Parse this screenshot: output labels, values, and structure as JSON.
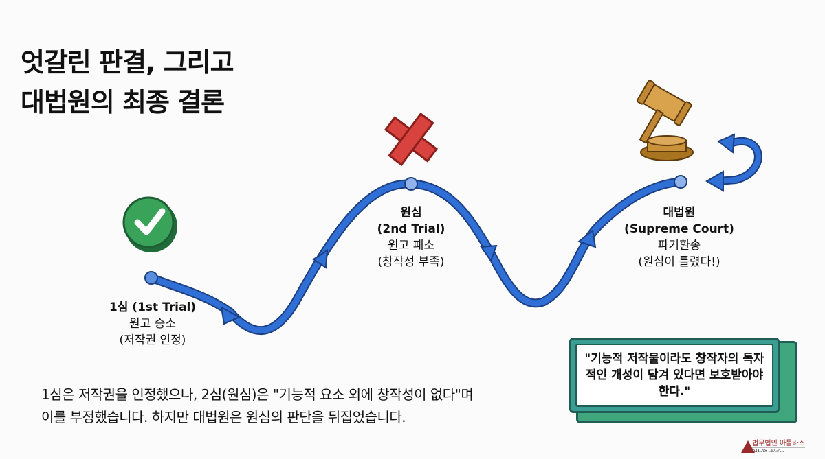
{
  "title": {
    "line1": "엇갈린 판결, 그리고",
    "line2": "대법원의 최종 결론"
  },
  "stages": [
    {
      "name": "1심 (1st Trial)",
      "result": "원고 승소",
      "note": "(저작권 인정)",
      "icon": "check-icon"
    },
    {
      "name": "원심",
      "name_en": "(2nd Trial)",
      "result": "원고 패소",
      "note": "(창작성 부족)",
      "icon": "x-icon"
    },
    {
      "name": "대법원",
      "name_en": "(Supreme Court)",
      "result": "파기환송",
      "note": "(원심이 틀렸다!)",
      "icon": "gavel-icon"
    }
  ],
  "description": {
    "line1": "1심은 저작권을 인정했으나, 2심(원심)은 \"기능적 요소 외에 창작성이 없다\"며",
    "line2": "이를 부정했습니다. 하지만 대법원은 원심의 판단을 뒤집었습니다."
  },
  "quote": "\"기능적 저작물이라도 창작자의 독자적인 개성이 담겨 있다면 보호받아야 한다.\"",
  "logo": {
    "ko": "법무법인 아틀라스",
    "en": "ATLAS LEGAL"
  },
  "colors": {
    "path": "#2f6fd6",
    "check": "#3aa35a",
    "cross": "#d9433f",
    "quote_border": "#3a9e92",
    "logo": "#9a2a2a"
  }
}
